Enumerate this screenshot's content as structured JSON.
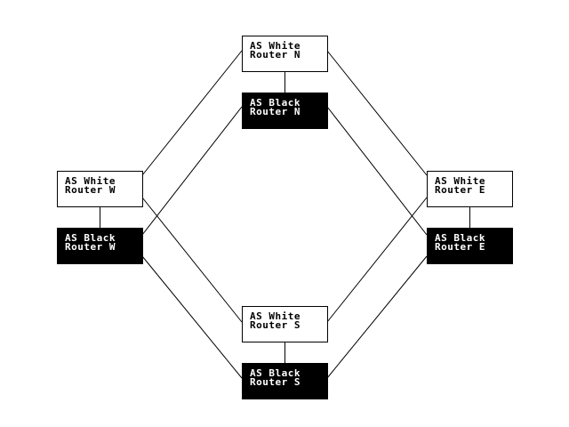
{
  "colors": {
    "background": "#ffffff",
    "line": "#000000",
    "white_box_fill": "#ffffff",
    "white_box_text": "#000000",
    "black_box_fill": "#000000",
    "black_box_text": "#ffffff"
  },
  "nodes": {
    "white_n": {
      "line1": "AS White",
      "line2": "Router N"
    },
    "black_n": {
      "line1": "AS Black",
      "line2": "Router N"
    },
    "white_w": {
      "line1": "AS White",
      "line2": "Router W"
    },
    "black_w": {
      "line1": "AS Black",
      "line2": "Router W"
    },
    "white_e": {
      "line1": "AS White",
      "line2": "Router E"
    },
    "black_e": {
      "line1": "AS Black",
      "line2": "Router E"
    },
    "white_s": {
      "line1": "AS White",
      "line2": "Router S"
    },
    "black_s": {
      "line1": "AS Black",
      "line2": "Router S"
    }
  },
  "edges": [
    [
      "white_n",
      "black_n"
    ],
    [
      "white_w",
      "black_w"
    ],
    [
      "white_e",
      "black_e"
    ],
    [
      "white_s",
      "black_s"
    ],
    [
      "white_n",
      "white_w"
    ],
    [
      "white_n",
      "white_e"
    ],
    [
      "black_n",
      "black_w"
    ],
    [
      "black_n",
      "black_e"
    ],
    [
      "white_w",
      "white_s"
    ],
    [
      "white_e",
      "white_s"
    ],
    [
      "black_w",
      "black_s"
    ],
    [
      "black_e",
      "black_s"
    ]
  ]
}
